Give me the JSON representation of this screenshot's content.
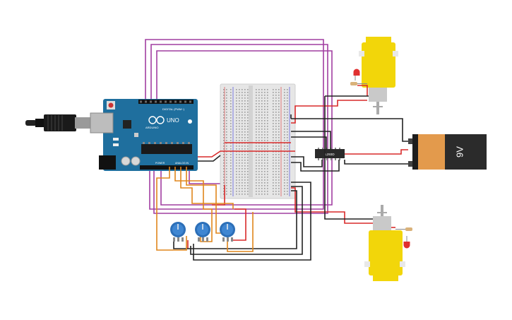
{
  "arduino": {
    "brand": "ARDUINO",
    "model": "UNO",
    "digital_header": "DIGITAL (PWM~)",
    "power_header": "POWER",
    "analog_header": "ANALOG IN"
  },
  "driver_chip": {
    "label": "L293D"
  },
  "battery": {
    "label": "9V"
  },
  "colors": {
    "board": "#1f6f9e",
    "wire_purple": "#a13ea1",
    "wire_red": "#d92a2a",
    "wire_black": "#222222",
    "wire_orange": "#e0861c",
    "motor_yellow": "#f2d60a",
    "battery_orange": "#e39a4c",
    "battery_black": "#2b2b2b",
    "pot_blue": "#2c6fb8"
  },
  "icons": [
    "usb-cable-icon",
    "led-icon",
    "resistor-icon",
    "potentiometer-icon",
    "dc-motor-icon",
    "battery-icon"
  ]
}
